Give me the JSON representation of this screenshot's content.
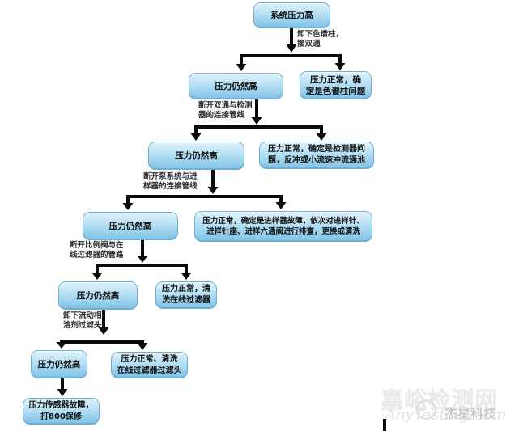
{
  "diagram": {
    "type": "flowchart",
    "topic": "HPLC 系统压力高故障排查流程",
    "nodes": [
      {
        "id": "n1",
        "text": "系统压力高"
      },
      {
        "id": "n2",
        "text": "压力仍然高"
      },
      {
        "id": "n3",
        "text": "压力正常，确\n定是色谱柱问题"
      },
      {
        "id": "n4",
        "text": "压力仍然高"
      },
      {
        "id": "n5",
        "text": "压力正常，确定是检测器问\n题，反冲或小流速冲流通池"
      },
      {
        "id": "n6",
        "text": "压力仍然高"
      },
      {
        "id": "n7",
        "text": "压力正常，确定是进样器故障，依次对进样针、\n进样针座、进样六通阀进行排查，更换或清洗"
      },
      {
        "id": "n8",
        "text": "压力仍然高"
      },
      {
        "id": "n9",
        "text": "压力正常，清\n洗在线过滤器"
      },
      {
        "id": "n10",
        "text": "压力仍然高"
      },
      {
        "id": "n11",
        "text": "压力正常、清洗\n在线过滤器过滤头"
      },
      {
        "id": "n12",
        "text": "压力传感器故障，\n打800保修"
      }
    ],
    "edge_labels": [
      {
        "id": "l1",
        "text": "卸下色谱柱，\n接双通"
      },
      {
        "id": "l2",
        "text": "断开双通与检测\n器的连接管线"
      },
      {
        "id": "l3",
        "text": "断开泵系统与进\n样器的连接管线"
      },
      {
        "id": "l4",
        "text": "断开比例阀与在\n线过滤器的管路"
      },
      {
        "id": "l5",
        "text": "卸下流动相\n溶剂过滤头"
      }
    ]
  },
  "watermark": {
    "site_name": "嘉峪检测网",
    "site_url": "AnyTesting.com",
    "brand": "杰星科技"
  },
  "colors": {
    "node_fill_top": "#dff2fb",
    "node_fill_bottom": "#7fc2e6",
    "node_border": "#6fb0d2",
    "connector": "#0a0a0a",
    "watermark_light": "#e9e9e9",
    "watermark_gray": "#c6c6c6"
  }
}
